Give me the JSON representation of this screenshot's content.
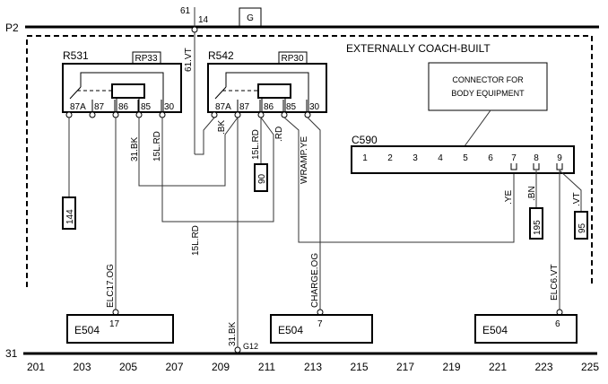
{
  "rails": {
    "top_label": "P2",
    "bottom_label": "31",
    "top_feed": {
      "wire_label": "61",
      "pin": "14",
      "connector_label": "G",
      "wire_name": "61.VT"
    },
    "ground": {
      "pin_label": "G12",
      "wire_name": "31.BK"
    }
  },
  "region": {
    "title": "EXTERNALLY COACH-BUILT"
  },
  "relays": [
    {
      "id": "R531",
      "location": "RP33",
      "pins": [
        "87A",
        "87",
        "86",
        "85",
        "30"
      ]
    },
    {
      "id": "R542",
      "location": "RP30",
      "pins": [
        "87A",
        "87",
        "86",
        "85",
        "30"
      ]
    }
  ],
  "wires": {
    "r531_86": "31.BK",
    "r531_85": "15L.RD",
    "r542_87a": ".BK",
    "r542_86": "15L.RD",
    "r542_85_rd": ".RD",
    "r542_85": "WRAMP.YE",
    "mid_15l": "15L.RD",
    "elc17": "ELC17.OG",
    "charge": "CHARGE.OG",
    "c590_7": ".YE",
    "c590_8": ".BN",
    "c590_9": ".VT",
    "elc6": "ELC6.VT"
  },
  "refs": {
    "r531_87a": "144",
    "r542_86": "90",
    "c590_8": "195",
    "c590_9": "95"
  },
  "connector": {
    "id": "C590",
    "callout_line1": "CONNECTOR FOR",
    "callout_line2": "BODY EQUIPMENT",
    "pins": [
      "1",
      "2",
      "3",
      "4",
      "5",
      "6",
      "7",
      "8",
      "9"
    ]
  },
  "modules": [
    {
      "name": "E504",
      "pin": "17"
    },
    {
      "name": "E504",
      "pin": "7"
    },
    {
      "name": "E504",
      "pin": "6"
    }
  ],
  "grid_columns": [
    "201",
    "203",
    "205",
    "207",
    "209",
    "211",
    "213",
    "215",
    "217",
    "219",
    "221",
    "223",
    "225"
  ]
}
